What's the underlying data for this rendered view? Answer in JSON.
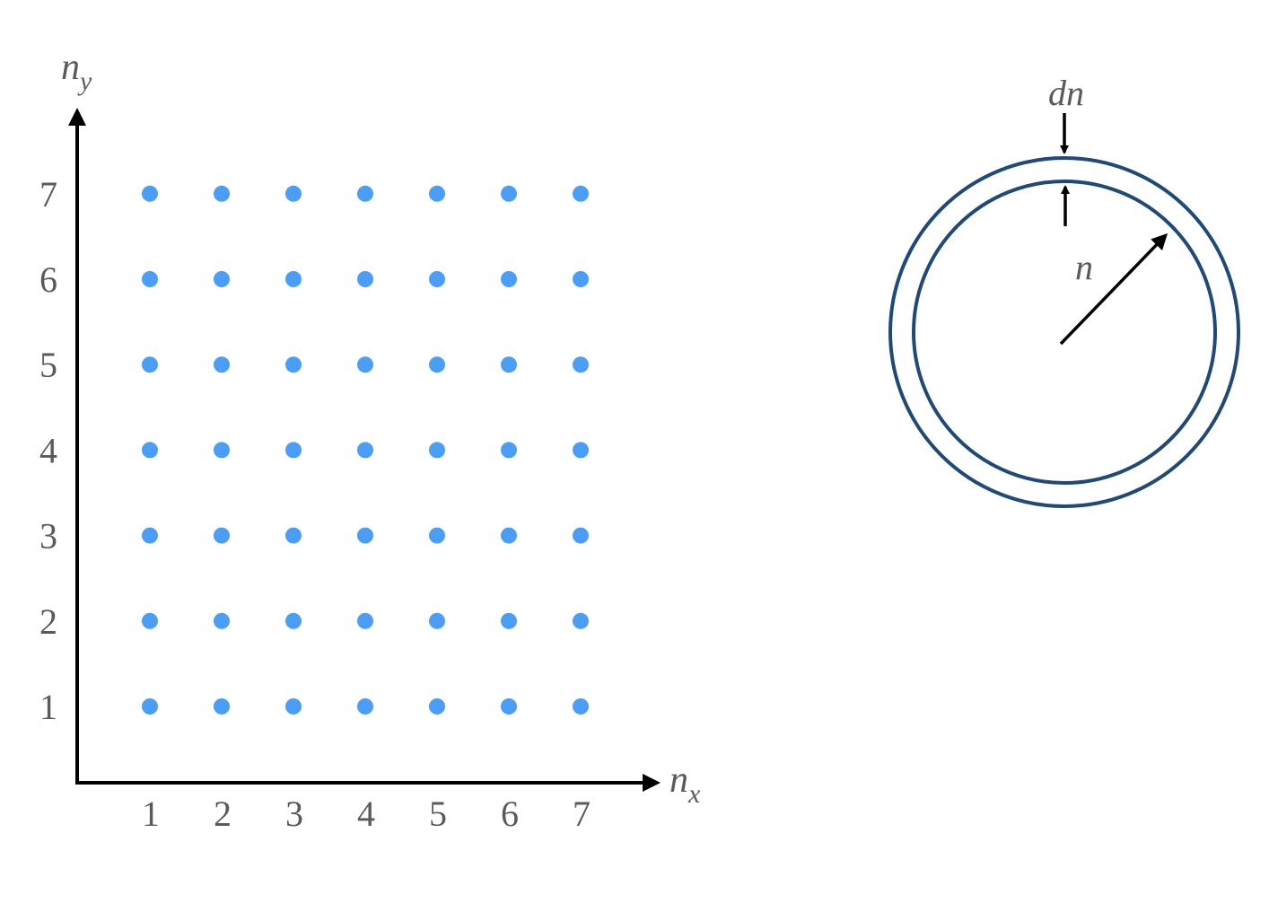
{
  "chart_data": {
    "type": "scatter",
    "x_ticks": [
      "1",
      "2",
      "3",
      "4",
      "5",
      "6",
      "7"
    ],
    "y_ticks": [
      "1",
      "2",
      "3",
      "4",
      "5",
      "6",
      "7"
    ],
    "x_axis": {
      "symbol": "n",
      "subscript": "x"
    },
    "y_axis": {
      "symbol": "n",
      "subscript": "y"
    },
    "points": [
      [
        1,
        1
      ],
      [
        2,
        1
      ],
      [
        3,
        1
      ],
      [
        4,
        1
      ],
      [
        5,
        1
      ],
      [
        6,
        1
      ],
      [
        7,
        1
      ],
      [
        1,
        2
      ],
      [
        2,
        2
      ],
      [
        3,
        2
      ],
      [
        4,
        2
      ],
      [
        5,
        2
      ],
      [
        6,
        2
      ],
      [
        7,
        2
      ],
      [
        1,
        3
      ],
      [
        2,
        3
      ],
      [
        3,
        3
      ],
      [
        4,
        3
      ],
      [
        5,
        3
      ],
      [
        6,
        3
      ],
      [
        7,
        3
      ],
      [
        1,
        4
      ],
      [
        2,
        4
      ],
      [
        3,
        4
      ],
      [
        4,
        4
      ],
      [
        5,
        4
      ],
      [
        6,
        4
      ],
      [
        7,
        4
      ],
      [
        1,
        5
      ],
      [
        2,
        5
      ],
      [
        3,
        5
      ],
      [
        4,
        5
      ],
      [
        5,
        5
      ],
      [
        6,
        5
      ],
      [
        7,
        5
      ],
      [
        1,
        6
      ],
      [
        2,
        6
      ],
      [
        3,
        6
      ],
      [
        4,
        6
      ],
      [
        5,
        6
      ],
      [
        6,
        6
      ],
      [
        7,
        6
      ],
      [
        1,
        7
      ],
      [
        2,
        7
      ],
      [
        3,
        7
      ],
      [
        4,
        7
      ],
      [
        5,
        7
      ],
      [
        6,
        7
      ],
      [
        7,
        7
      ]
    ],
    "grid": false
  },
  "ring": {
    "shell_label": "dn",
    "radius_label": "n"
  },
  "colors": {
    "points": "#4a9ef5",
    "ring": "#1f4a78",
    "axes": "#000000",
    "text": "#5a5a5a"
  }
}
